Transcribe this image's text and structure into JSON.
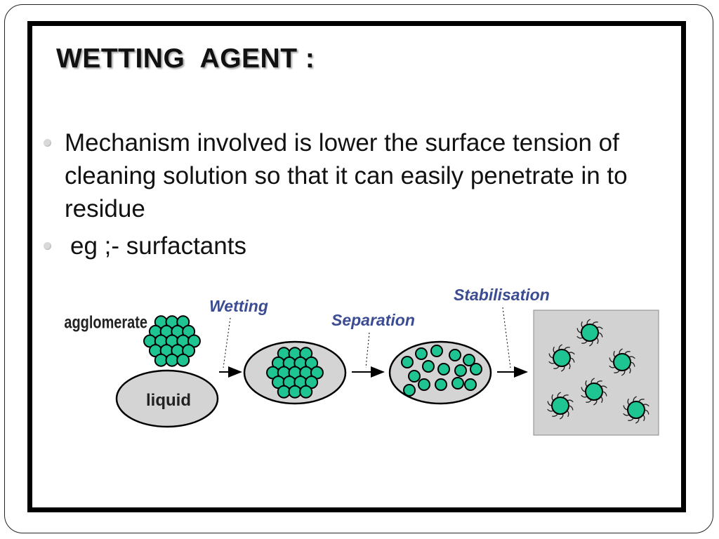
{
  "slide": {
    "title": "WETTING  AGENT :",
    "bullets": [
      "Mechanism involved is lower the surface tension of cleaning solution so that it can easily penetrate in to residue",
      "eg ;- surfactants"
    ]
  },
  "diagram": {
    "labels": {
      "agglomerate": "agglomerate",
      "liquid": "liquid",
      "wetting": "Wetting",
      "separation": "Separation",
      "stabilisation": "Stabilisation"
    },
    "colors": {
      "particle": "#1fc493",
      "ellipse_fill": "#d4d4d4",
      "stabilised_panel": "#d2d2d2",
      "step_label": "#3c4c92"
    }
  }
}
